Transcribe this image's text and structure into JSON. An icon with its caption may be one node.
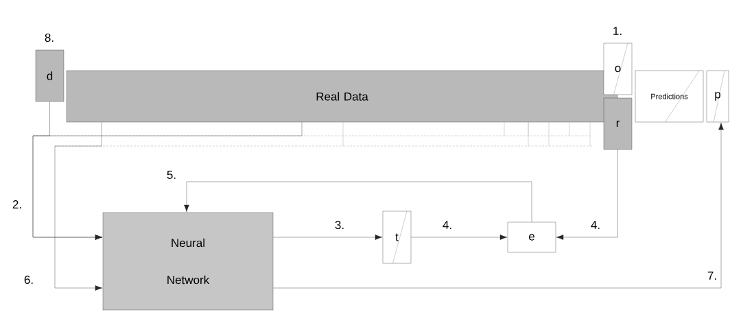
{
  "diagram": {
    "nodes": [
      {
        "text": [
          "d"
        ]
      },
      {
        "text": [
          "Real Data"
        ]
      },
      {
        "text": [
          "o"
        ]
      },
      {
        "text": [
          "r"
        ]
      },
      {
        "text": [
          "Predictions"
        ]
      },
      {
        "text": [
          "p"
        ]
      },
      {
        "text": [
          "Neural Network"
        ]
      },
      {
        "text": [
          "t"
        ]
      },
      {
        "text": [
          "e"
        ]
      }
    ],
    "edges": [
      {
        "from": 0,
        "to": 6,
        "arrow": "to",
        "label": "2."
      },
      {
        "from": 1,
        "to": 6,
        "arrow": "to"
      },
      {
        "from": 1,
        "to": 6,
        "arrow": "to",
        "label": "6."
      },
      {
        "from": 6,
        "to": 7,
        "arrow": "to",
        "label": "3."
      },
      {
        "from": 7,
        "to": 8,
        "arrow": "to",
        "label": "4."
      },
      {
        "from": 3,
        "to": 8,
        "arrow": "to",
        "label": "4."
      },
      {
        "from": 8,
        "to": 6,
        "arrow": "to",
        "label": "5."
      },
      {
        "from": 6,
        "to": 5,
        "arrow": "to",
        "label": "7."
      }
    ],
    "labels": [
      "8.",
      "1."
    ]
  }
}
